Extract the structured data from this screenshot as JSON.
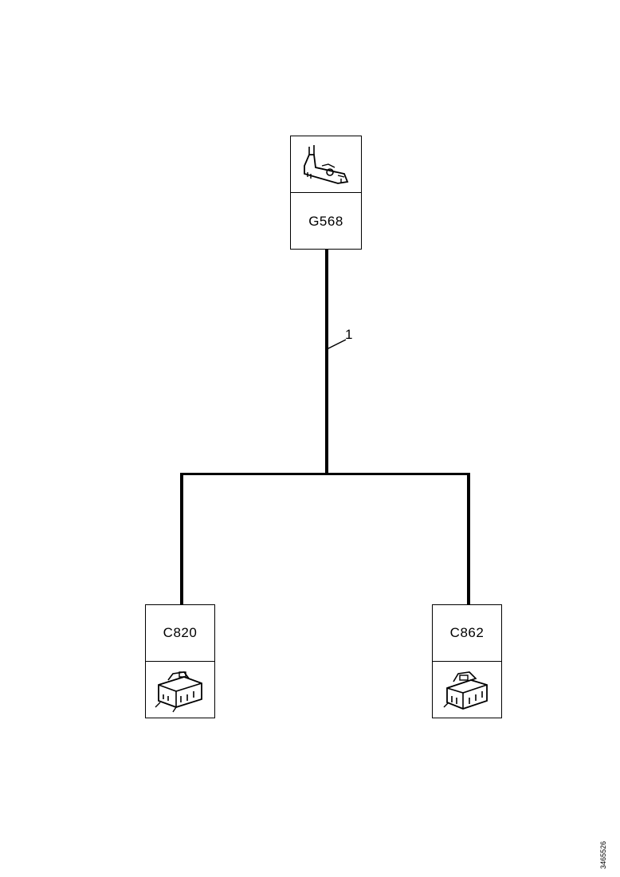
{
  "diagram": {
    "ground": {
      "label": "G568",
      "icon": "ground-terminal-icon"
    },
    "connectors": [
      {
        "label": "C820",
        "icon": "connector-icon"
      },
      {
        "label": "C862",
        "icon": "connector-icon"
      }
    ],
    "callout": "1",
    "figure_id": "3465526"
  }
}
